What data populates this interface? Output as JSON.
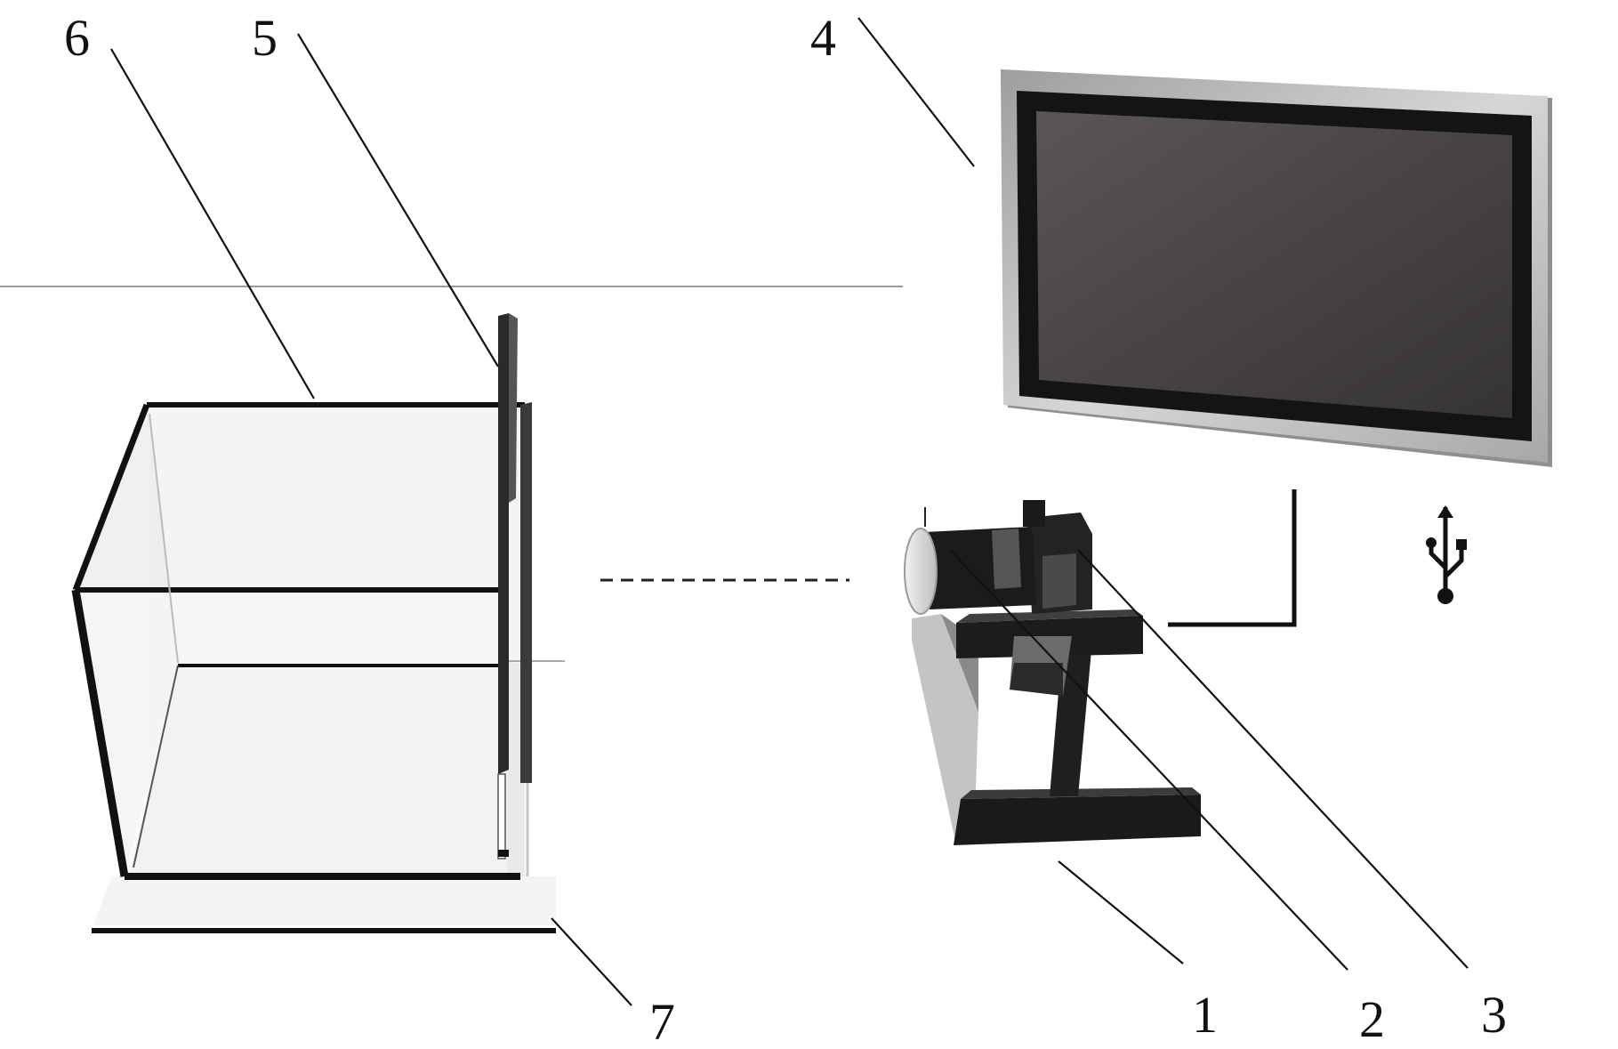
{
  "labels": {
    "n1": "1",
    "n2": "2",
    "n3": "3",
    "n4": "4",
    "n5": "5",
    "n6": "6",
    "n7": "7"
  },
  "icons": {
    "usb": "usb-icon"
  },
  "colors": {
    "stroke": "#111111",
    "monitor_frame": "#b8b8b8",
    "monitor_screen": "#4a4748",
    "tank_glass": "#eef0f0",
    "mount_dark": "#1e1e1e",
    "mount_plate": "#c6c6c6"
  }
}
